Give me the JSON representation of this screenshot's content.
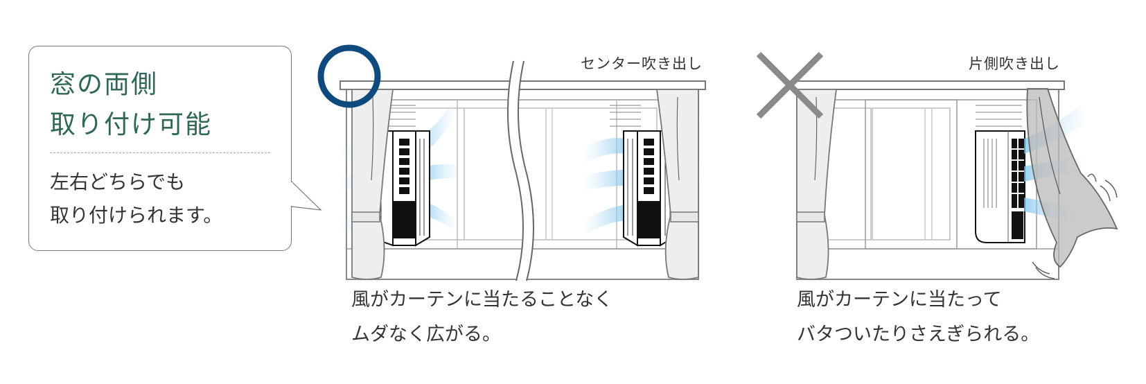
{
  "callout": {
    "title_line1": "窓の両側",
    "title_line2": "取り付け可能",
    "body_line1": "左右どちらでも",
    "body_line2": "取り付けられます。",
    "title_color": "#2e6657"
  },
  "panels": [
    {
      "verdict": "good",
      "verdict_icon": "circle-icon",
      "verdict_color": "#0e4a7e",
      "label": "センター吹き出し",
      "caption_line1": "風がカーテンに当たることなく",
      "caption_line2": "ムダなく広がる。"
    },
    {
      "verdict": "bad",
      "verdict_icon": "cross-icon",
      "verdict_color": "#8a8a8a",
      "label": "片側吹き出し",
      "caption_line1": "風がカーテンに当たって",
      "caption_line2": "バタついたりさえぎられる。"
    }
  ]
}
